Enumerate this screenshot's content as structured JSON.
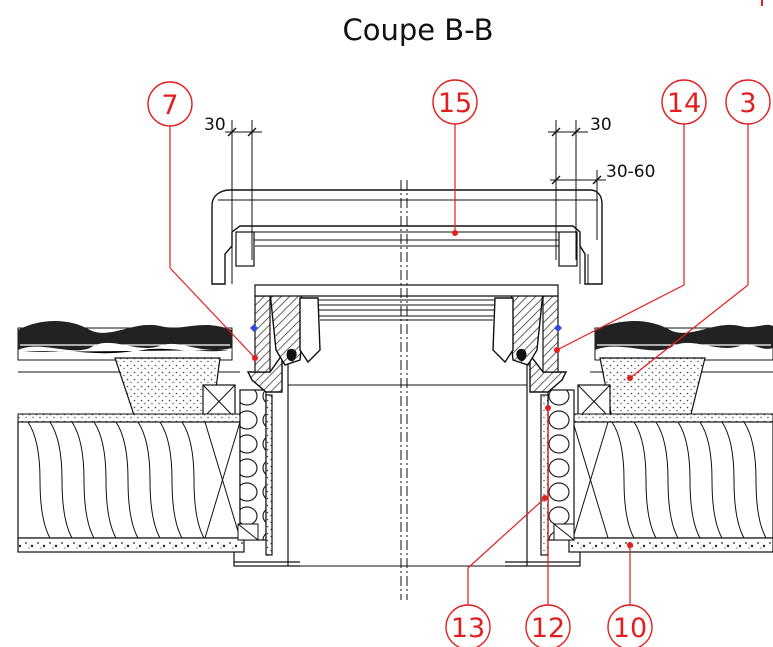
{
  "title": "Coupe B-B",
  "dimensions": {
    "left_top": "30",
    "right_top": "30",
    "right_range": "30-60"
  },
  "callouts": [
    {
      "label": "7"
    },
    {
      "label": "15"
    },
    {
      "label": "14"
    },
    {
      "label": "3"
    },
    {
      "label": "13"
    },
    {
      "label": "12"
    },
    {
      "label": "10"
    }
  ],
  "colors": {
    "callout": "#e21f1f",
    "line": "#111111",
    "accent_marker": "#2a4fd6"
  }
}
